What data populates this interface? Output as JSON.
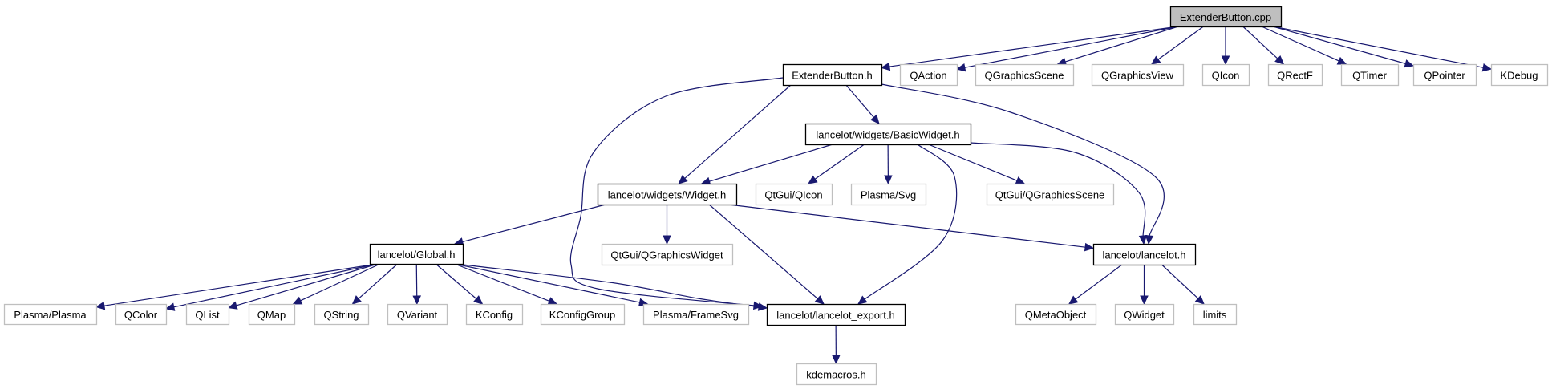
{
  "diagram": {
    "title": "ExtenderButton.cpp include dependency graph",
    "colors": {
      "edge": "#191970",
      "root_fill": "#bfbfbf",
      "internal_border": "#000000",
      "external_border": "#bfbfbf"
    },
    "nodes": [
      {
        "id": "root",
        "label": "ExtenderButton.cpp",
        "kind": "root"
      },
      {
        "id": "extbtn_h",
        "label": "ExtenderButton.h",
        "kind": "internal"
      },
      {
        "id": "qaction",
        "label": "QAction",
        "kind": "external"
      },
      {
        "id": "qgscene",
        "label": "QGraphicsScene",
        "kind": "external"
      },
      {
        "id": "qgview",
        "label": "QGraphicsView",
        "kind": "external"
      },
      {
        "id": "qicon",
        "label": "QIcon",
        "kind": "external"
      },
      {
        "id": "qrectf",
        "label": "QRectF",
        "kind": "external"
      },
      {
        "id": "qtimer",
        "label": "QTimer",
        "kind": "external"
      },
      {
        "id": "qpointer",
        "label": "QPointer",
        "kind": "external"
      },
      {
        "id": "kdebug",
        "label": "KDebug",
        "kind": "external"
      },
      {
        "id": "basicwidget",
        "label": "lancelot/widgets/BasicWidget.h",
        "kind": "internal"
      },
      {
        "id": "widget",
        "label": "lancelot/widgets/Widget.h",
        "kind": "internal"
      },
      {
        "id": "qtgui_qicon",
        "label": "QtGui/QIcon",
        "kind": "external"
      },
      {
        "id": "plasma_svg",
        "label": "Plasma/Svg",
        "kind": "external"
      },
      {
        "id": "qtgui_qgscene",
        "label": "QtGui/QGraphicsScene",
        "kind": "external"
      },
      {
        "id": "global",
        "label": "lancelot/Global.h",
        "kind": "internal"
      },
      {
        "id": "qtgui_qgwidget",
        "label": "QtGui/QGraphicsWidget",
        "kind": "external"
      },
      {
        "id": "lancelot_h",
        "label": "lancelot/lancelot.h",
        "kind": "internal"
      },
      {
        "id": "plasma_plasma",
        "label": "Plasma/Plasma",
        "kind": "external"
      },
      {
        "id": "qcolor",
        "label": "QColor",
        "kind": "external"
      },
      {
        "id": "qlist",
        "label": "QList",
        "kind": "external"
      },
      {
        "id": "qmap",
        "label": "QMap",
        "kind": "external"
      },
      {
        "id": "qstring",
        "label": "QString",
        "kind": "external"
      },
      {
        "id": "qvariant",
        "label": "QVariant",
        "kind": "external"
      },
      {
        "id": "kconfig",
        "label": "KConfig",
        "kind": "external"
      },
      {
        "id": "kconfiggroup",
        "label": "KConfigGroup",
        "kind": "external"
      },
      {
        "id": "plasma_framesvg",
        "label": "Plasma/FrameSvg",
        "kind": "external"
      },
      {
        "id": "export_h",
        "label": "lancelot/lancelot_export.h",
        "kind": "internal"
      },
      {
        "id": "qmetaobject",
        "label": "QMetaObject",
        "kind": "external"
      },
      {
        "id": "qwidget",
        "label": "QWidget",
        "kind": "external"
      },
      {
        "id": "limits",
        "label": "limits",
        "kind": "external"
      },
      {
        "id": "kdemacros",
        "label": "kdemacros.h",
        "kind": "external"
      }
    ],
    "edges": [
      {
        "from": "root",
        "to": "extbtn_h"
      },
      {
        "from": "root",
        "to": "qaction"
      },
      {
        "from": "root",
        "to": "qgscene"
      },
      {
        "from": "root",
        "to": "qgview"
      },
      {
        "from": "root",
        "to": "qicon"
      },
      {
        "from": "root",
        "to": "qrectf"
      },
      {
        "from": "root",
        "to": "qtimer"
      },
      {
        "from": "root",
        "to": "qpointer"
      },
      {
        "from": "root",
        "to": "kdebug"
      },
      {
        "from": "extbtn_h",
        "to": "basicwidget"
      },
      {
        "from": "extbtn_h",
        "to": "widget"
      },
      {
        "from": "extbtn_h",
        "to": "export_h"
      },
      {
        "from": "extbtn_h",
        "to": "lancelot_h"
      },
      {
        "from": "basicwidget",
        "to": "widget"
      },
      {
        "from": "basicwidget",
        "to": "qtgui_qicon"
      },
      {
        "from": "basicwidget",
        "to": "plasma_svg"
      },
      {
        "from": "basicwidget",
        "to": "qtgui_qgscene"
      },
      {
        "from": "basicwidget",
        "to": "export_h"
      },
      {
        "from": "basicwidget",
        "to": "lancelot_h"
      },
      {
        "from": "widget",
        "to": "global"
      },
      {
        "from": "widget",
        "to": "qtgui_qgwidget"
      },
      {
        "from": "widget",
        "to": "export_h"
      },
      {
        "from": "widget",
        "to": "lancelot_h"
      },
      {
        "from": "global",
        "to": "plasma_plasma"
      },
      {
        "from": "global",
        "to": "qcolor"
      },
      {
        "from": "global",
        "to": "qlist"
      },
      {
        "from": "global",
        "to": "qmap"
      },
      {
        "from": "global",
        "to": "qstring"
      },
      {
        "from": "global",
        "to": "qvariant"
      },
      {
        "from": "global",
        "to": "kconfig"
      },
      {
        "from": "global",
        "to": "kconfiggroup"
      },
      {
        "from": "global",
        "to": "plasma_framesvg"
      },
      {
        "from": "global",
        "to": "export_h"
      },
      {
        "from": "lancelot_h",
        "to": "qmetaobject"
      },
      {
        "from": "lancelot_h",
        "to": "qwidget"
      },
      {
        "from": "lancelot_h",
        "to": "limits"
      },
      {
        "from": "export_h",
        "to": "kdemacros"
      }
    ]
  }
}
